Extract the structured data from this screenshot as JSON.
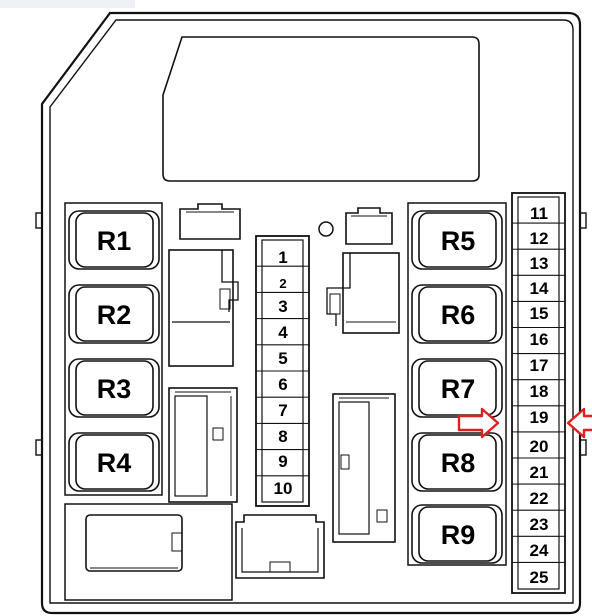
{
  "relays": {
    "left": [
      "R1",
      "R2",
      "R3",
      "R4"
    ],
    "right": [
      "R5",
      "R6",
      "R7",
      "R8",
      "R9"
    ]
  },
  "fuses": {
    "center": [
      "1",
      "2",
      "3",
      "4",
      "5",
      "6",
      "7",
      "8",
      "9",
      "10"
    ],
    "right": [
      "11",
      "12",
      "13",
      "14",
      "15",
      "16",
      "17",
      "18",
      "19",
      "20",
      "21",
      "22",
      "23",
      "24",
      "25"
    ]
  },
  "highlight": {
    "fuse": "19",
    "arrow_color": "#e02020"
  },
  "colors": {
    "stroke": "#111111",
    "background": "#ffffff"
  }
}
